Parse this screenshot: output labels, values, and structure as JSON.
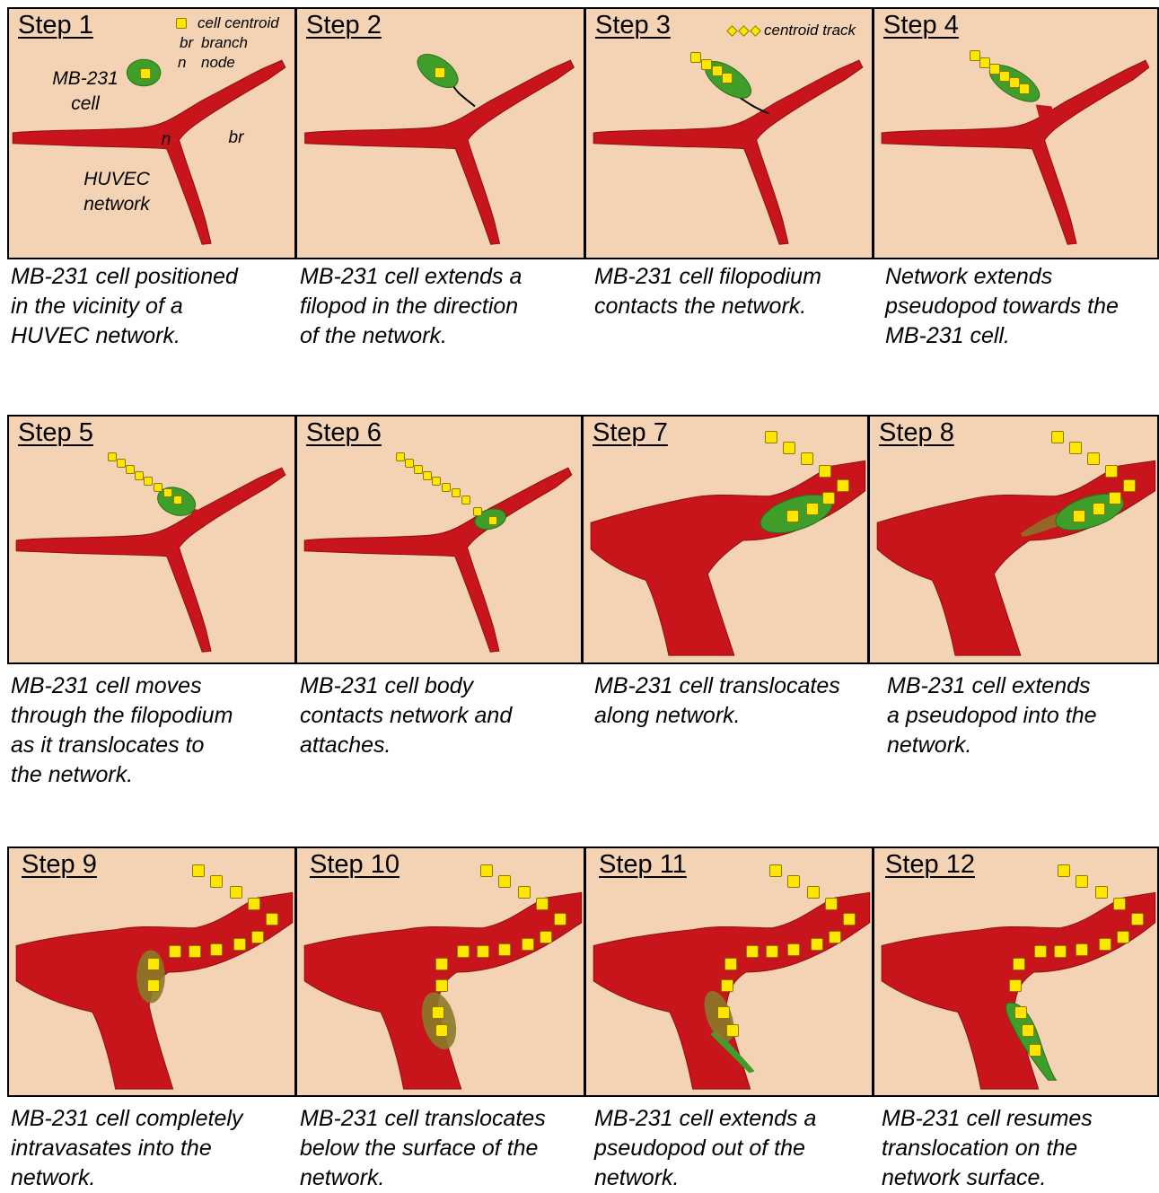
{
  "steps": [
    {
      "title": "Step 1",
      "caption": "MB-231 cell positioned\nin the vicinity of a\nHUVEC network."
    },
    {
      "title": "Step 2",
      "caption": "MB-231 cell extends a\nfilopod in the direction\nof the network."
    },
    {
      "title": "Step 3",
      "caption": "MB-231 cell filopodium\ncontacts the network."
    },
    {
      "title": "Step 4",
      "caption": "Network extends\npseudopod towards the\nMB-231 cell."
    },
    {
      "title": "Step 5",
      "caption": "MB-231 cell moves\nthrough the filopodium\nas it translocates to\nthe network."
    },
    {
      "title": "Step 6",
      "caption": "MB-231 cell body\ncontacts network and\nattaches."
    },
    {
      "title": "Step 7",
      "caption": "MB-231 cell translocates\nalong network."
    },
    {
      "title": "Step 8",
      "caption": "MB-231 cell extends\na pseudopod into the\nnetwork."
    },
    {
      "title": "Step 9",
      "caption": "MB-231 cell completely\nintravasates into the\nnetwork."
    },
    {
      "title": "Step 10",
      "caption": "MB-231 cell translocates\nbelow the surface of the\nnetwork."
    },
    {
      "title": "Step 11",
      "caption": "MB-231 cell extends a\npseudopod out of the\nnetwork."
    },
    {
      "title": "Step 12",
      "caption": "MB-231 cell resumes\ntranslocation on the\nnetwork surface."
    }
  ],
  "legend": {
    "centroid": "cell centroid",
    "branch_abbr": "br",
    "branch": "branch",
    "node_abbr": "n",
    "node": "node",
    "track": "centroid track"
  },
  "labels": {
    "cell": "MB-231\ncell",
    "network": "HUVEC\nnetwork",
    "node": "n",
    "branch": "br"
  },
  "colors": {
    "background": "#f3d3b3",
    "network": "#c8151b",
    "cell": "#3f9e2a",
    "centroid": "#ffe600"
  }
}
